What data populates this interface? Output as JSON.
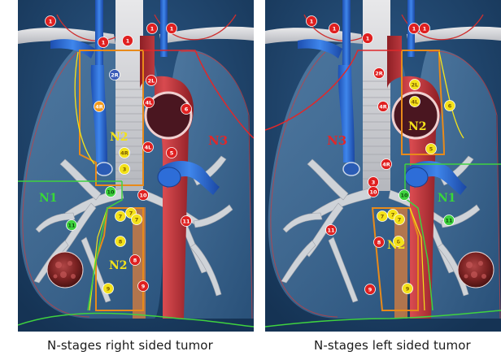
{
  "panels": [
    {
      "id": "right",
      "caption": "N-stages right sided tumor",
      "stage_labels": {
        "n1": "N1",
        "n2_upper": "N2",
        "n2_lower": "N2",
        "n3": "N3"
      },
      "nodes": [
        {
          "label": "1",
          "color": "red"
        },
        {
          "label": "1",
          "color": "red"
        },
        {
          "label": "1",
          "color": "red"
        },
        {
          "label": "1",
          "color": "red"
        },
        {
          "label": "1",
          "color": "red"
        },
        {
          "label": "2R",
          "color": "blue"
        },
        {
          "label": "2L",
          "color": "red"
        },
        {
          "label": "4L",
          "color": "red"
        },
        {
          "label": "4R",
          "color": "orange"
        },
        {
          "label": "6",
          "color": "red"
        },
        {
          "label": "4L",
          "color": "red"
        },
        {
          "label": "5",
          "color": "red"
        },
        {
          "label": "4R",
          "color": "yellow"
        },
        {
          "label": "3",
          "color": "yellow"
        },
        {
          "label": "10",
          "color": "green"
        },
        {
          "label": "10",
          "color": "red"
        },
        {
          "label": "7",
          "color": "yellow"
        },
        {
          "label": "7",
          "color": "yellow"
        },
        {
          "label": "7",
          "color": "yellow"
        },
        {
          "label": "11",
          "color": "green"
        },
        {
          "label": "11",
          "color": "red"
        },
        {
          "label": "8",
          "color": "yellow"
        },
        {
          "label": "8",
          "color": "red"
        },
        {
          "label": "9",
          "color": "yellow"
        },
        {
          "label": "9",
          "color": "red"
        }
      ]
    },
    {
      "id": "left",
      "caption": "N-stages left sided tumor",
      "stage_labels": {
        "n1": "N1",
        "n2_upper": "N2",
        "n2_lower": "N2",
        "n3": "N3"
      },
      "nodes": [
        {
          "label": "1",
          "color": "red"
        },
        {
          "label": "1",
          "color": "red"
        },
        {
          "label": "1",
          "color": "red"
        },
        {
          "label": "1",
          "color": "red"
        },
        {
          "label": "1",
          "color": "red"
        },
        {
          "label": "2R",
          "color": "red"
        },
        {
          "label": "2L",
          "color": "yellow"
        },
        {
          "label": "4R",
          "color": "red"
        },
        {
          "label": "4L",
          "color": "yellow"
        },
        {
          "label": "6",
          "color": "yellow"
        },
        {
          "label": "5",
          "color": "yellow"
        },
        {
          "label": "4R",
          "color": "red"
        },
        {
          "label": "3",
          "color": "red"
        },
        {
          "label": "10",
          "color": "red"
        },
        {
          "label": "10",
          "color": "green"
        },
        {
          "label": "7",
          "color": "yellow"
        },
        {
          "label": "7",
          "color": "yellow"
        },
        {
          "label": "7",
          "color": "yellow"
        },
        {
          "label": "11",
          "color": "red"
        },
        {
          "label": "11",
          "color": "green"
        },
        {
          "label": "8",
          "color": "red"
        },
        {
          "label": "8",
          "color": "yellow"
        },
        {
          "label": "9",
          "color": "red"
        },
        {
          "label": "9",
          "color": "yellow"
        }
      ]
    }
  ],
  "colors": {
    "background": "#1c3f66",
    "lung": "#c9d9e6",
    "vein": "#2f6fd6",
    "aorta": "#c9363d",
    "trachea": "#d9d9dc",
    "node_red": "#e02020",
    "node_yellow": "#f4e21a",
    "node_green": "#3fd23f",
    "node_orange": "#f39a1b",
    "node_blue": "#3a5bb8",
    "stage_yellow": "#f4e21a",
    "stage_green": "#38d838",
    "stage_red": "#e0282a",
    "zone_orange": "#e88a1a"
  }
}
